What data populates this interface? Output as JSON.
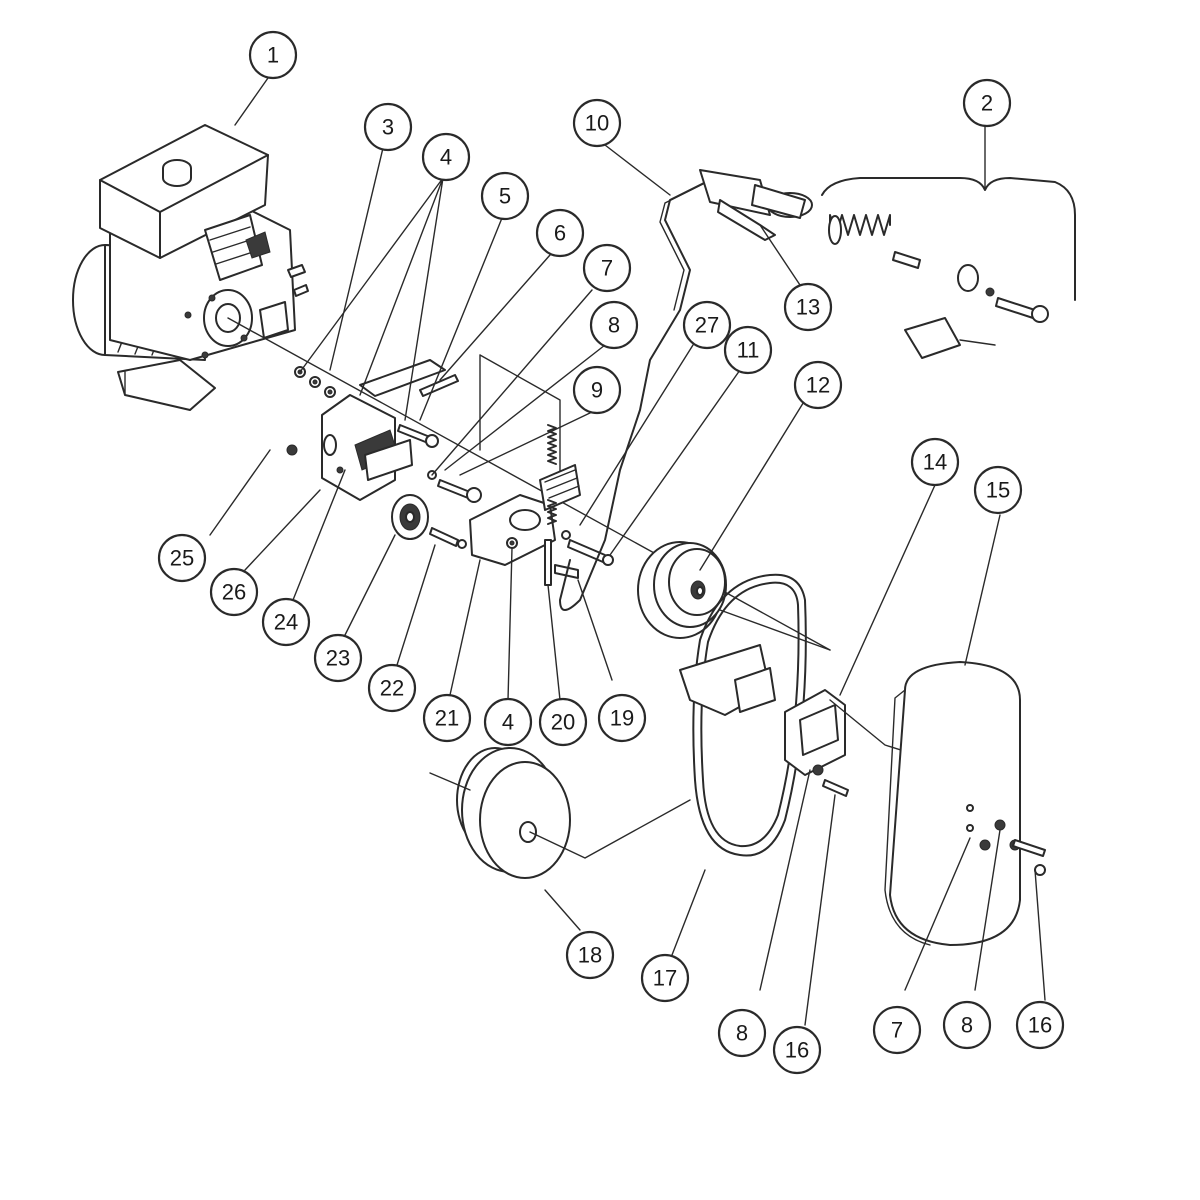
{
  "callouts": [
    {
      "id": "c1",
      "label": "1"
    },
    {
      "id": "c2",
      "label": "2"
    },
    {
      "id": "c3",
      "label": "3"
    },
    {
      "id": "c4a",
      "label": "4"
    },
    {
      "id": "c5",
      "label": "5"
    },
    {
      "id": "c6",
      "label": "6"
    },
    {
      "id": "c7a",
      "label": "7"
    },
    {
      "id": "c8a",
      "label": "8"
    },
    {
      "id": "c9",
      "label": "9"
    },
    {
      "id": "c10",
      "label": "10"
    },
    {
      "id": "c27",
      "label": "27"
    },
    {
      "id": "c11",
      "label": "11"
    },
    {
      "id": "c12",
      "label": "12"
    },
    {
      "id": "c13",
      "label": "13"
    },
    {
      "id": "c14",
      "label": "14"
    },
    {
      "id": "c15",
      "label": "15"
    },
    {
      "id": "c25",
      "label": "25"
    },
    {
      "id": "c26",
      "label": "26"
    },
    {
      "id": "c24",
      "label": "24"
    },
    {
      "id": "c23",
      "label": "23"
    },
    {
      "id": "c22",
      "label": "22"
    },
    {
      "id": "c21",
      "label": "21"
    },
    {
      "id": "c4b",
      "label": "4"
    },
    {
      "id": "c20",
      "label": "20"
    },
    {
      "id": "c19",
      "label": "19"
    },
    {
      "id": "c18",
      "label": "18"
    },
    {
      "id": "c17",
      "label": "17"
    },
    {
      "id": "c8b",
      "label": "8"
    },
    {
      "id": "c16a",
      "label": "16"
    },
    {
      "id": "c7b",
      "label": "7"
    },
    {
      "id": "c8c",
      "label": "8"
    },
    {
      "id": "c16b",
      "label": "16"
    }
  ]
}
